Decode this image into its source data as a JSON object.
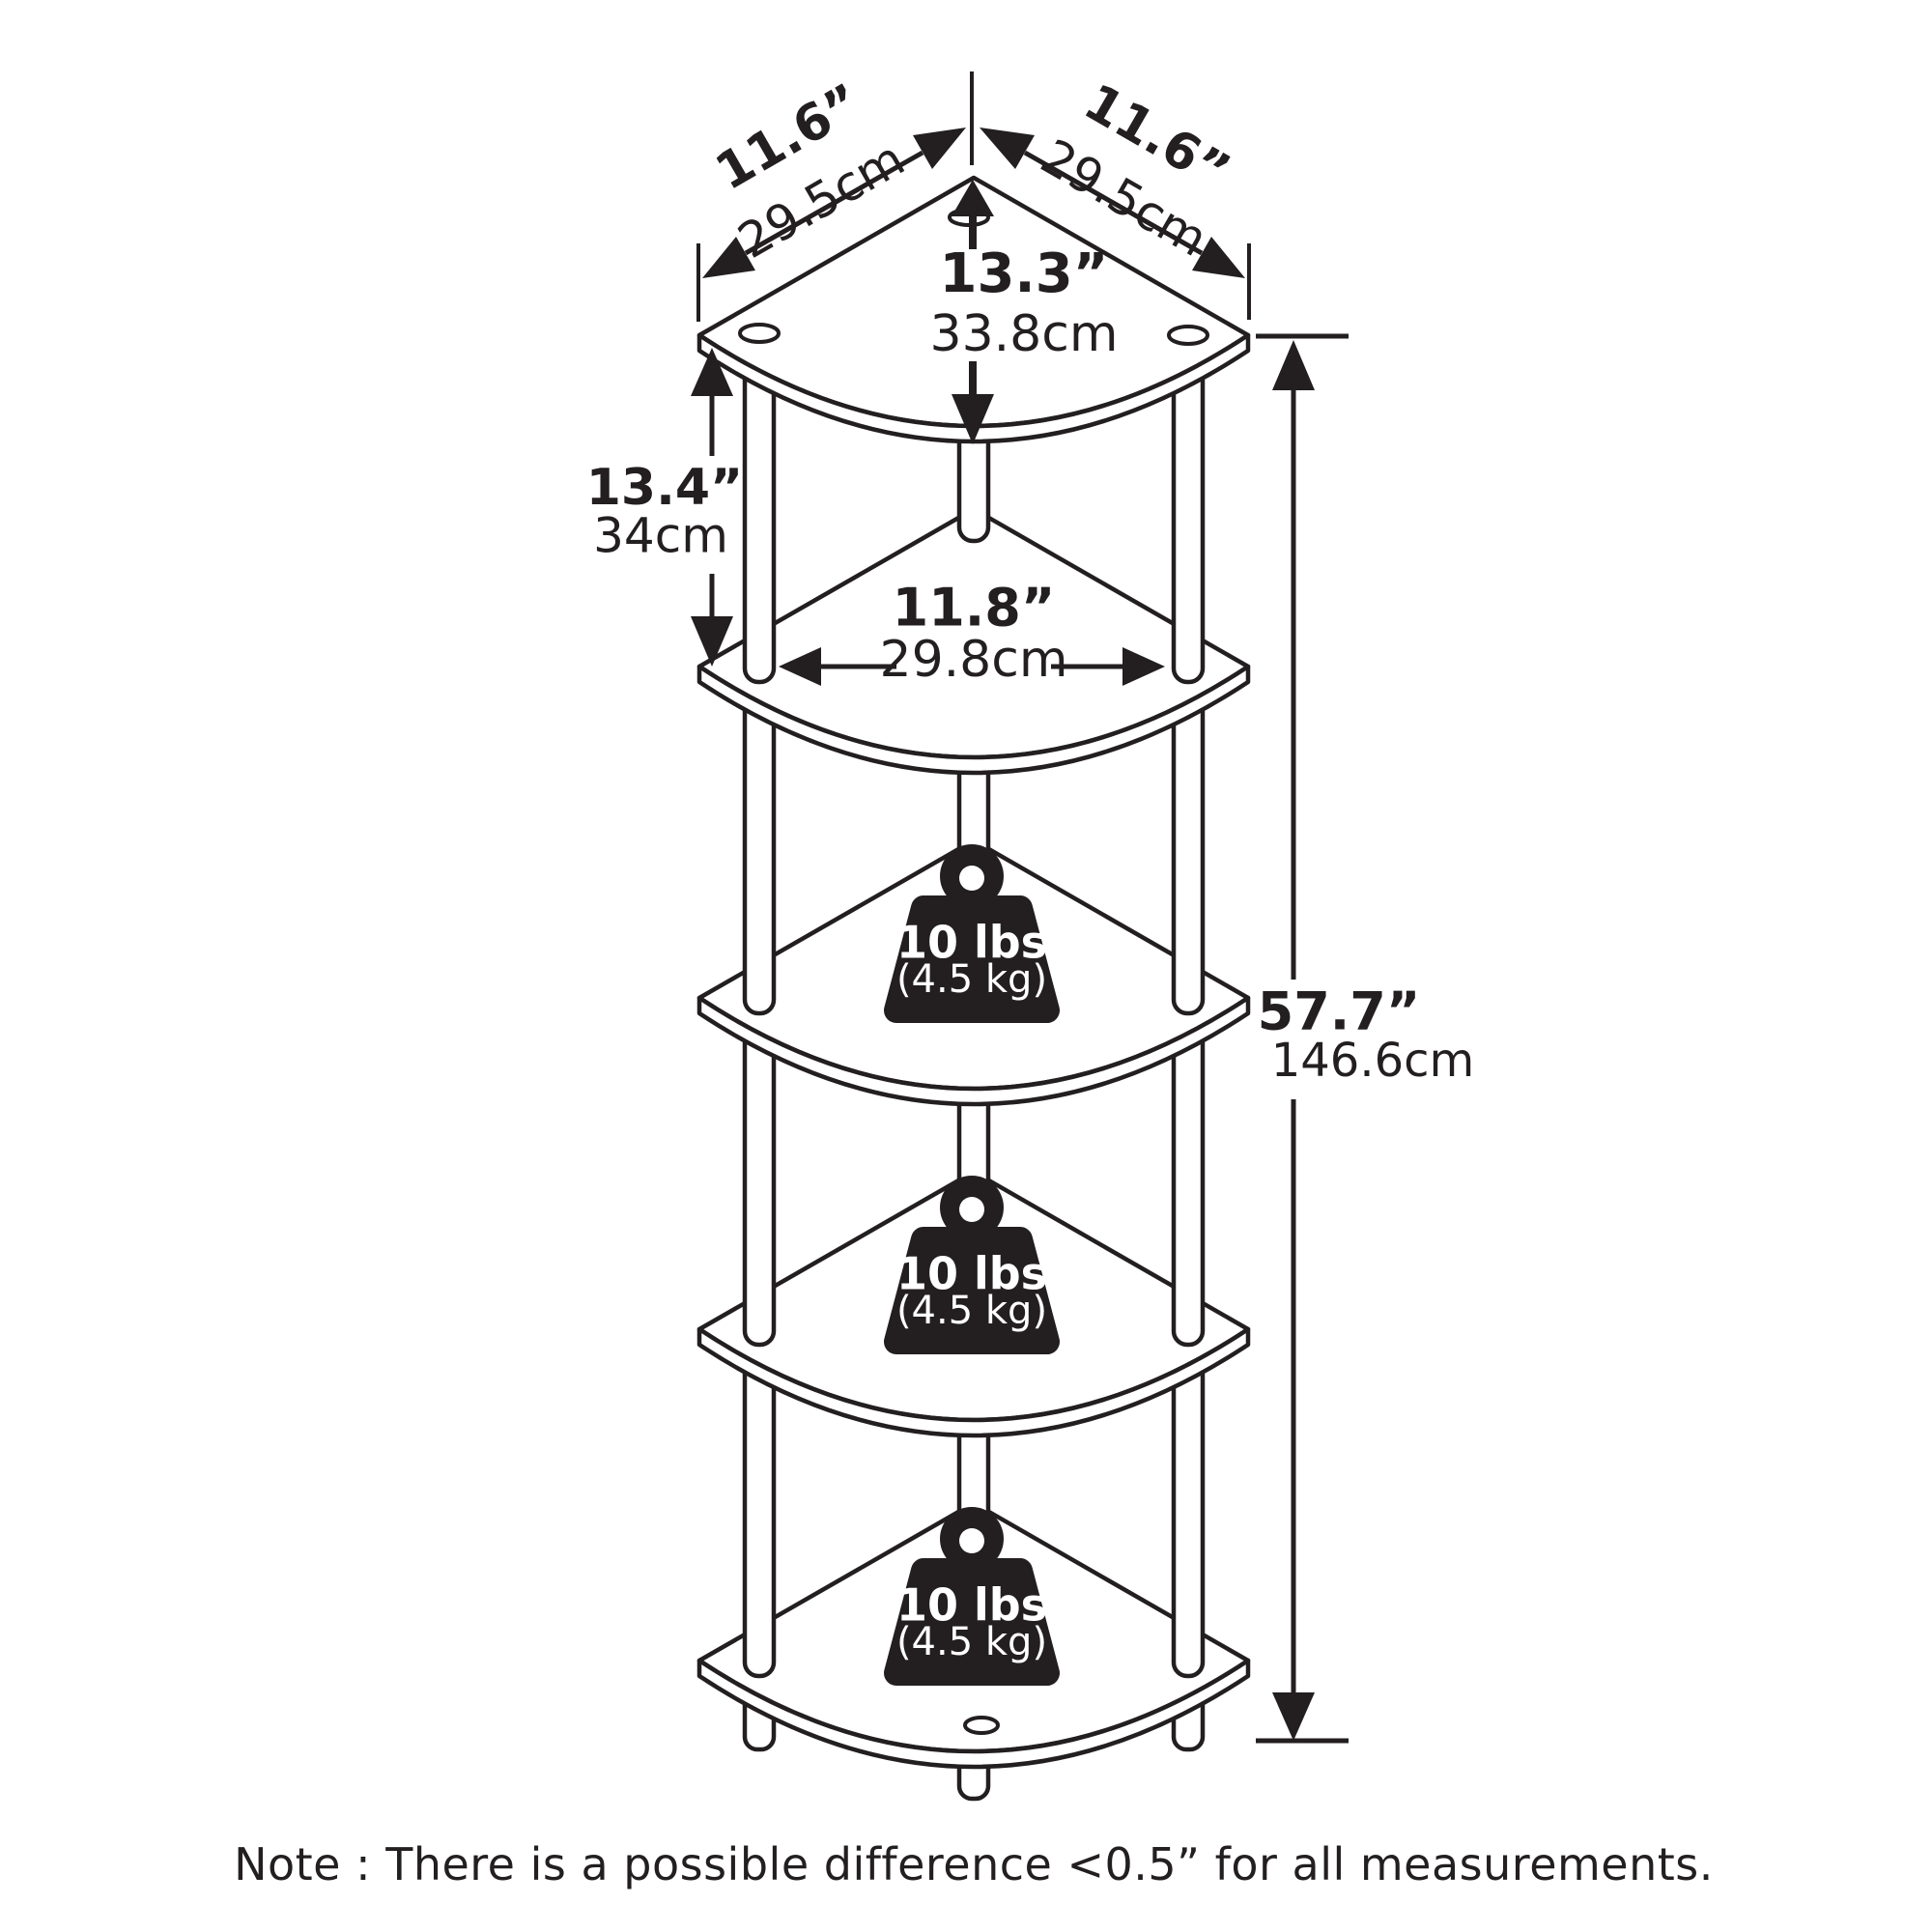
{
  "diagram": {
    "type": "product-dimension-diagram",
    "product": "5-tier corner shelf rack",
    "shelf_count": 5,
    "colors": {
      "ink": "#231f20",
      "background": "#ffffff"
    },
    "dimensions": {
      "top_edge_left": {
        "inches": "11.6”",
        "cm": "29.5cm"
      },
      "top_edge_right": {
        "inches": "11.6”",
        "cm": "29.5cm"
      },
      "diagonal_depth": {
        "inches": "13.3”",
        "cm": "33.8cm"
      },
      "tier_spacing": {
        "inches": "13.4”",
        "cm": "34cm"
      },
      "shelf_width": {
        "inches": "11.8”",
        "cm": "29.8cm"
      },
      "total_height": {
        "inches": "57.7”",
        "cm": "146.6cm"
      }
    },
    "weights": [
      {
        "lbs": "10 lbs",
        "kg": "(4.5 kg)"
      },
      {
        "lbs": "10 lbs",
        "kg": "(4.5 kg)"
      },
      {
        "lbs": "10 lbs",
        "kg": "(4.5 kg)"
      }
    ],
    "note": "Note : There is a possible difference <0.5” for all measurements."
  }
}
